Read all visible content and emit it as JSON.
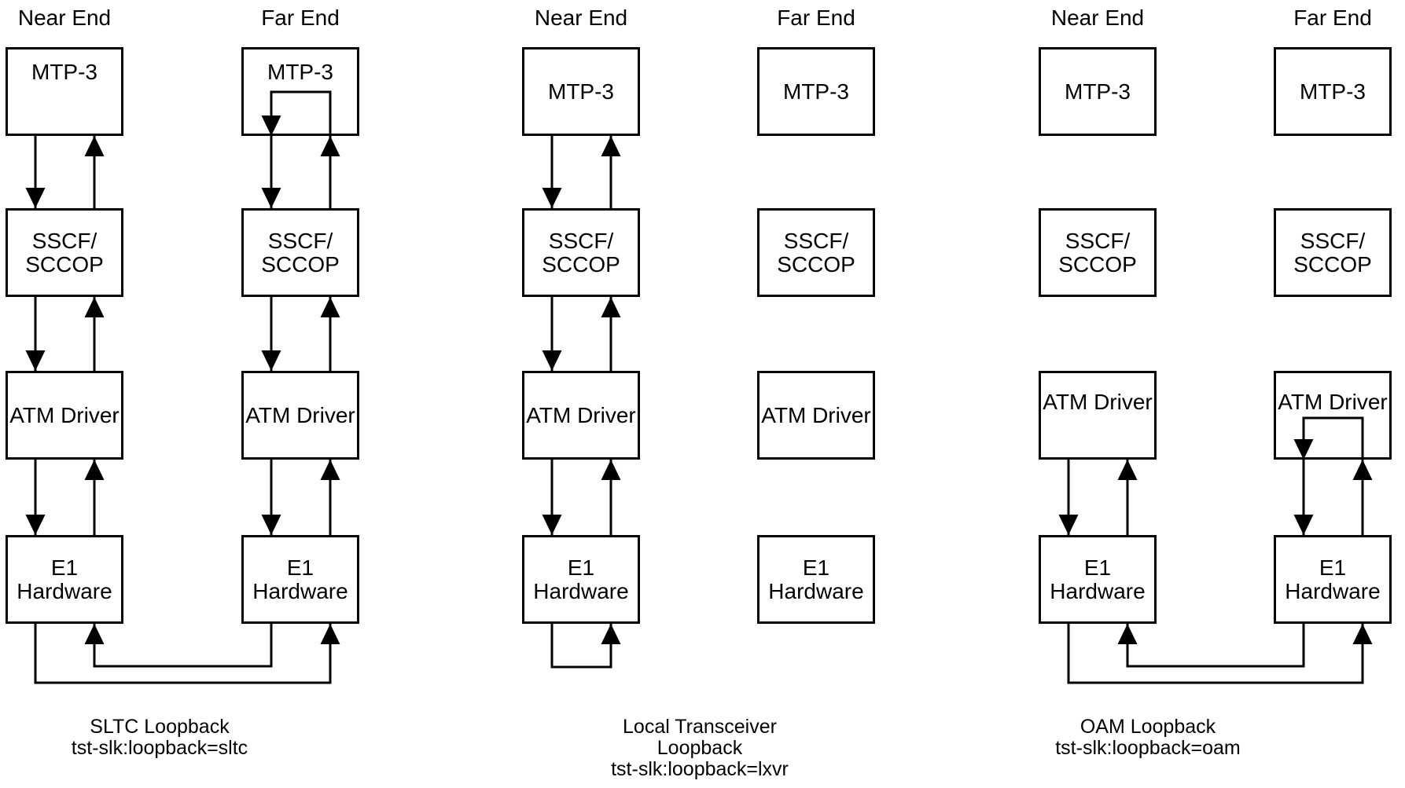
{
  "page": {
    "background_color": "#ffffff",
    "line_color": "#000000"
  },
  "groups": [
    {
      "id": "sltc",
      "near_header": "Near End",
      "far_header": "Far End",
      "box_labels": {
        "mtp3": "MTP-3",
        "sscf_l1": "SSCF/",
        "sscf_l2": "SCCOP",
        "atm": "ATM Driver",
        "e1_l1": "E1",
        "e1_l2": "Hardware"
      },
      "caption": {
        "l1": "SLTC Loopback",
        "l2": "tst-slk:loopback=sltc"
      }
    },
    {
      "id": "lxvr",
      "near_header": "Near End",
      "far_header": "Far End",
      "box_labels": {
        "mtp3": "MTP-3",
        "sscf_l1": "SSCF/",
        "sscf_l2": "SCCOP",
        "atm": "ATM Driver",
        "e1_l1": "E1",
        "e1_l2": "Hardware"
      },
      "caption": {
        "l1": "Local Transceiver",
        "l2": "Loopback",
        "l3": "tst-slk:loopback=lxvr"
      }
    },
    {
      "id": "oam",
      "near_header": "Near End",
      "far_header": "Far End",
      "box_labels": {
        "mtp3": "MTP-3",
        "sscf_l1": "SSCF/",
        "sscf_l2": "SCCOP",
        "atm": "ATM Driver",
        "e1_l1": "E1",
        "e1_l2": "Hardware"
      },
      "caption": {
        "l1": "OAM Loopback",
        "l2": "tst-slk:loopback=oam"
      }
    }
  ]
}
